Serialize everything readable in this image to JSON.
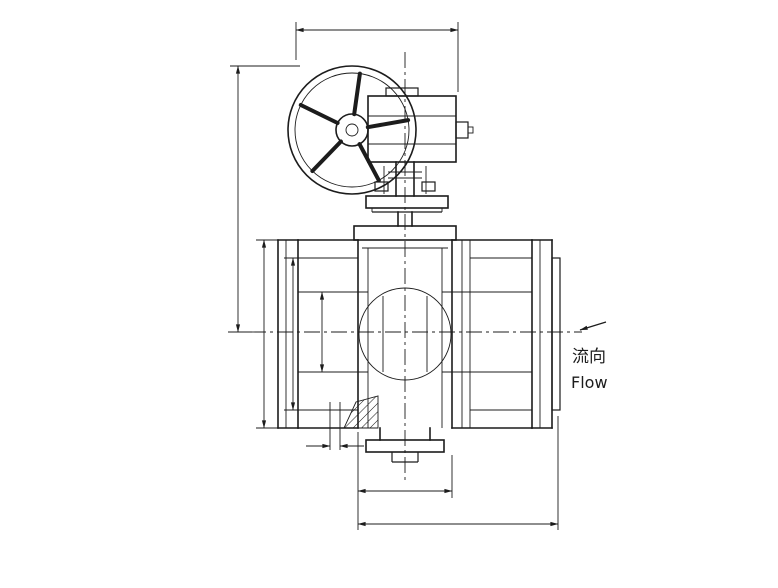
{
  "labels": {
    "flow_cn": "流向",
    "flow_en": "Flow"
  },
  "icons": {
    "flow_arrow": "left-pointing-flow-direction-arrow"
  },
  "colors": {
    "line": "#1c1c1c",
    "background": "#ffffff"
  }
}
